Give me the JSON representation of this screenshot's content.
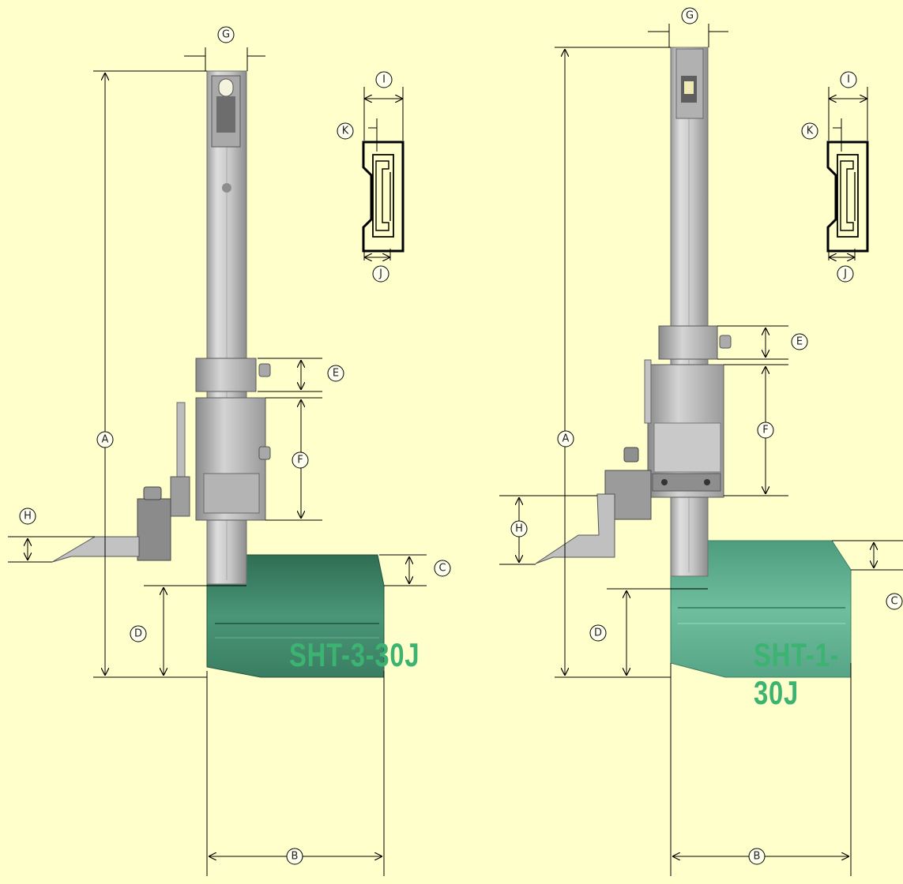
{
  "models": [
    {
      "label": "SHT-3-30J"
    },
    {
      "label": "SHT-1-30J"
    }
  ],
  "dimension_letters": {
    "A": "A",
    "B": "B",
    "C": "C",
    "D": "D",
    "E": "E",
    "F": "F",
    "G": "G",
    "H": "H",
    "I": "I",
    "J": "J",
    "K": "K"
  },
  "colors": {
    "background": "#ffffcc",
    "label": "#3cb371",
    "base_left": "#3e8a6a",
    "base_right": "#5fae90",
    "steel": "#c9c9c9",
    "line": "#000000"
  }
}
